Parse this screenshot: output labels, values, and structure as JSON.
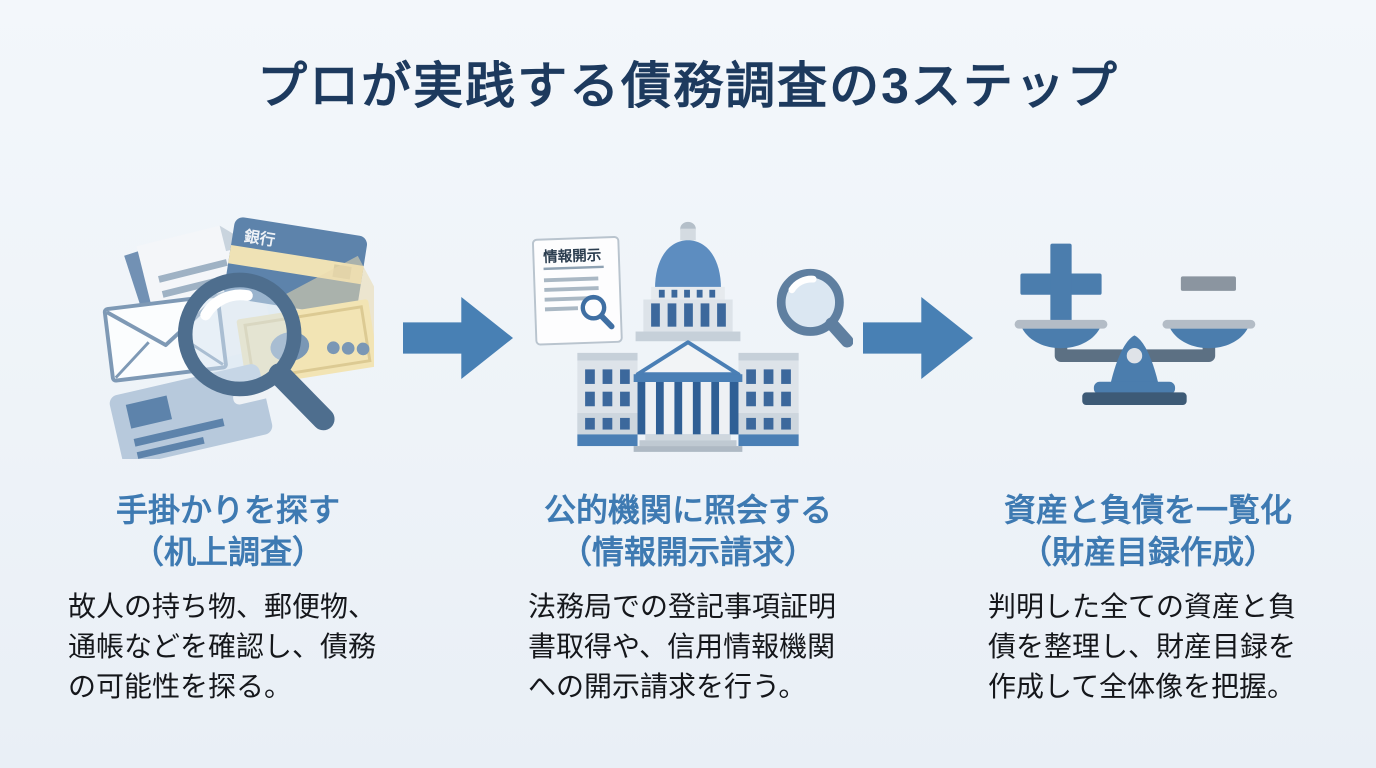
{
  "page": {
    "title": "プロが実践する債務調査の3ステップ"
  },
  "steps": [
    {
      "icon": "desk-research-icon",
      "heading_line1": "手掛かりを探す",
      "heading_line2": "（机上調査）",
      "description": "故人の持ち物、郵便物、通帳などを確認し、債務の可能性を探る。"
    },
    {
      "icon": "government-building-icon",
      "heading_line1": "公的機関に照会する",
      "heading_line2": "（情報開示請求）",
      "description": "法務局での登記事項証明書取得や、信用情報機関への開示請求を行う。"
    },
    {
      "icon": "balance-scale-icon",
      "heading_line1": "資産と負債を一覧化",
      "heading_line2": "（財産目録作成）",
      "description": "判明した全ての資産と負債を整理し、財産目録を作成して全体像を把握。"
    }
  ],
  "icon_text": {
    "bank_card_label": "銀行",
    "disclosure_document_label": "情報開示"
  },
  "colors": {
    "background_top": "#f3f7fb",
    "background_bottom": "#e9eff6",
    "title": "#1d3a5e",
    "step_heading": "#3e7ab2",
    "body_text": "#15171b",
    "arrow": "#4880b4",
    "icon_blue": "#5d83ab",
    "icon_dark_blue": "#2f5f95",
    "icon_cream": "#f2e4b4",
    "icon_gray": "#8b95a0"
  }
}
